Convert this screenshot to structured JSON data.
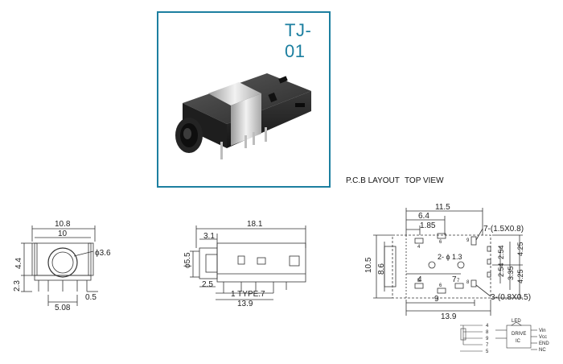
{
  "product": {
    "title": "TJ-01",
    "photo": "TJ-01 3.5mm stereo phone jack product photo"
  },
  "pcb_heading": {
    "layout": "P.C.B LAYOUT",
    "view": "TOP VIEW"
  },
  "front_view": {
    "width_overall": "10.8",
    "width_body": "10",
    "hole_dia": "ϕ3.6",
    "height_body": "4.4",
    "height_pin": "2.3",
    "pin_pitch": "5.08",
    "pin_width": "0.5"
  },
  "side_view": {
    "length_overall": "18.1",
    "front_step": "3.1",
    "dia": "ϕ5.5",
    "pin_offset": "2.5",
    "type_note": "1 TYPE.7",
    "length_pins": "13.9"
  },
  "top_view": {
    "width_overall": "11.5",
    "d_6_4": "6.4",
    "d_1_85": "1.85",
    "pad_note": "7-(1.5X0.8)",
    "height_outer": "10.5",
    "height_inner": "8.6",
    "hole_note": "2- ϕ 1.3",
    "d_4": "4",
    "d_7": "7",
    "d_2_54_a": "2.54",
    "d_2_54_b": "2.54",
    "d_3_35": "3.35",
    "d_4_25_a": "4.25",
    "d_4_25_b": "4.25",
    "d_9": "9",
    "d_13_9": "13.9",
    "slot_note": "3-(0.8X0.5)",
    "pads": [
      "4",
      "6",
      "9",
      "5",
      "6",
      "7",
      "8"
    ]
  },
  "schematic": {
    "pins": [
      "4",
      "8",
      "9",
      "7",
      "5"
    ],
    "led": "LED",
    "chip_line1": "DRIVE",
    "chip_line2": "IC",
    "outputs": [
      "Vin",
      "Vcc",
      "END",
      "NC"
    ]
  }
}
